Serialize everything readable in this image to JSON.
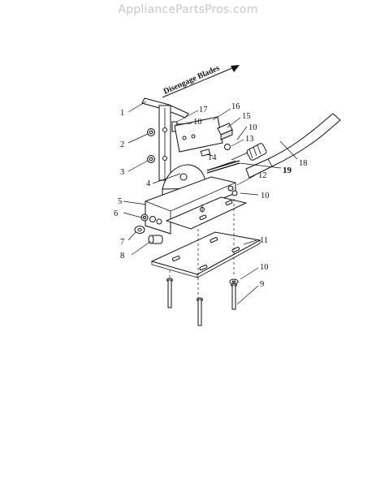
{
  "header": {
    "site_name": "AppliancePartsPros.com"
  },
  "diagram": {
    "direction_label": "Disengage Blades",
    "callouts": [
      {
        "id": "c1",
        "text": "1"
      },
      {
        "id": "c2",
        "text": "2"
      },
      {
        "id": "c3",
        "text": "3"
      },
      {
        "id": "c4",
        "text": "4"
      },
      {
        "id": "c5",
        "text": "5"
      },
      {
        "id": "c6",
        "text": "6"
      },
      {
        "id": "c7",
        "text": "7"
      },
      {
        "id": "c8",
        "text": "8"
      },
      {
        "id": "c9",
        "text": "9"
      },
      {
        "id": "c10a",
        "text": "10"
      },
      {
        "id": "c10b",
        "text": "10"
      },
      {
        "id": "c10c",
        "text": "10"
      },
      {
        "id": "c10d",
        "text": "10"
      },
      {
        "id": "c11",
        "text": "11"
      },
      {
        "id": "c12",
        "text": "12"
      },
      {
        "id": "c13",
        "text": "13"
      },
      {
        "id": "c14",
        "text": "14"
      },
      {
        "id": "c15",
        "text": "15"
      },
      {
        "id": "c16",
        "text": "16"
      },
      {
        "id": "c17",
        "text": "17"
      },
      {
        "id": "c18",
        "text": "18"
      },
      {
        "id": "c19",
        "text": "19"
      }
    ]
  }
}
